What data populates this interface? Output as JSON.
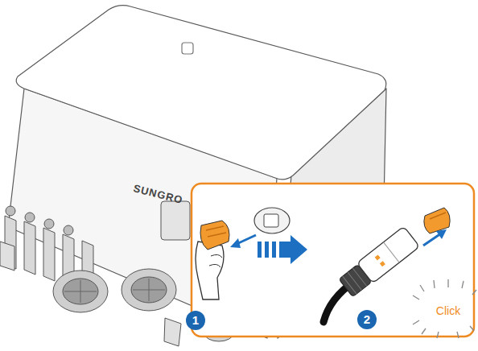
{
  "diagram": {
    "labels": [
      "SUNGRO",
      "1",
      "2",
      "Click"
    ]
  }
}
